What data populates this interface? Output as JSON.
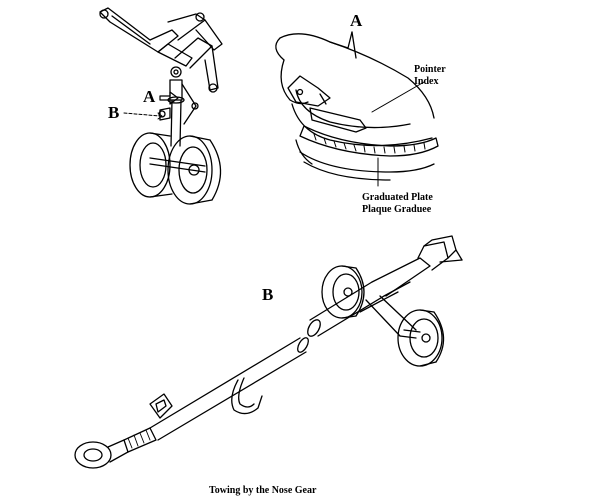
{
  "labels": {
    "a_callout": "A",
    "b_callout": "B",
    "detail_a_title": "A",
    "pointer_index_line1": "Pointer",
    "pointer_index_line2": "Index",
    "graduated_plate_line1": "Graduated Plate",
    "graduated_plate_line2": "Plaque Graduee",
    "detail_b_title": "B"
  },
  "caption": "Towing by the Nose Gear"
}
